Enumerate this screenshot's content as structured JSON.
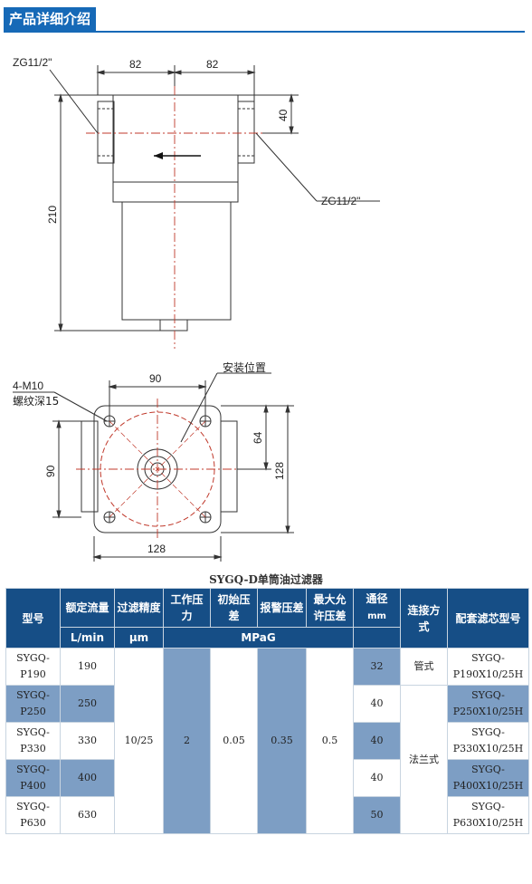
{
  "header": {
    "title": "产品详细介绍"
  },
  "drawing": {
    "top_labels": [
      "ZG11/2\"",
      "82",
      "82",
      "40",
      "210",
      "ZG11/2\""
    ],
    "bottom_labels": [
      "4-M10",
      "螺纹深15",
      "90",
      "安装位置",
      "64",
      "90",
      "128",
      "128"
    ]
  },
  "table": {
    "title": "SYGQ-D单筒油过滤器",
    "headers": {
      "model": "型号",
      "flow": "额定流量",
      "flow_unit": "L/min",
      "precision": "过滤精度",
      "precision_unit": "μm",
      "work_pressure": "工作压力",
      "initial_dp": "初始压差",
      "alarm_dp": "报警压差",
      "max_dp": "最大允许压差",
      "pressure_unit": "MPaG",
      "diameter": "通径",
      "diameter_unit": "mm",
      "connection": "连接方式",
      "element": "配套滤芯型号"
    },
    "rows": [
      {
        "model": "SYGQ-P190",
        "flow": "190",
        "diameter": "32",
        "connection": "管式",
        "element": "SYGQ-P190X10/25H"
      },
      {
        "model": "SYGQ-P250",
        "flow": "250",
        "diameter": "40",
        "element": "SYGQ-P250X10/25H"
      },
      {
        "model": "SYGQ-P330",
        "flow": "330",
        "diameter": "40",
        "element": "SYGQ-P330X10/25H"
      },
      {
        "model": "SYGQ-P400",
        "flow": "400",
        "diameter": "40",
        "element": "SYGQ-P400X10/25H"
      },
      {
        "model": "SYGQ-P630",
        "flow": "630",
        "diameter": "50",
        "element": "SYGQ-P630X10/25H"
      }
    ],
    "shared": {
      "precision": "10/25",
      "work_pressure": "2",
      "initial_dp": "0.05",
      "alarm_dp": "0.35",
      "max_dp": "0.5",
      "flange_connection": "法兰式"
    }
  }
}
